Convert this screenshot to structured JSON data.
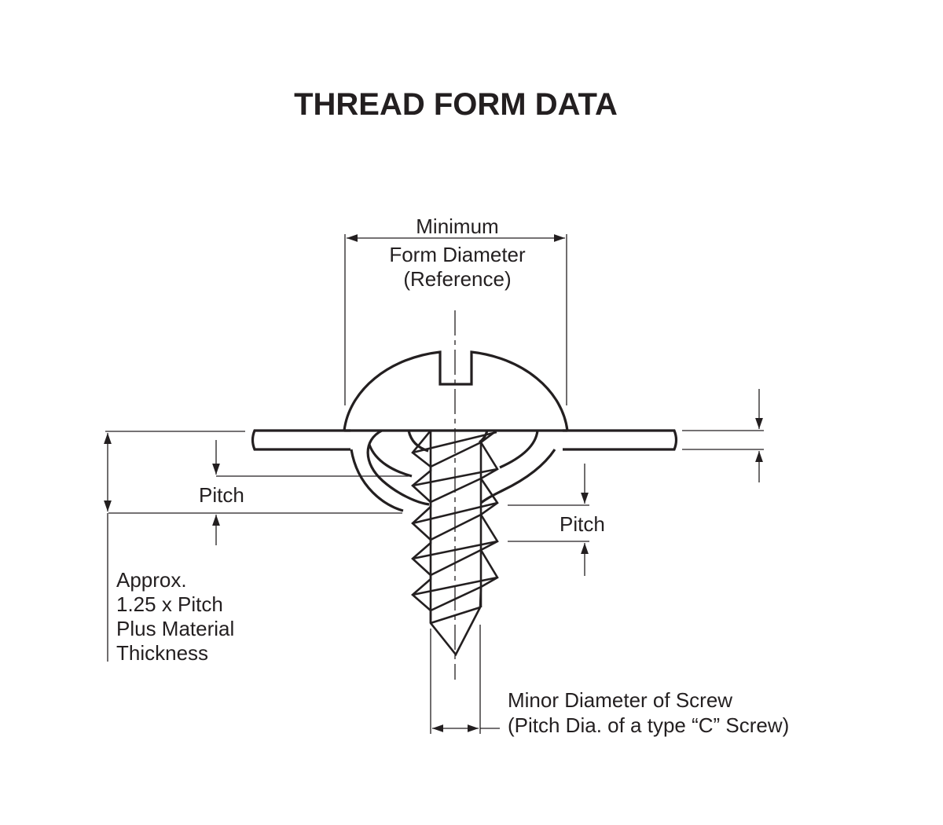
{
  "title": "THREAD FORM DATA",
  "labels": {
    "min_form_1": "Minimum",
    "min_form_2": "Form Diameter",
    "min_form_3": "(Reference)",
    "pitch_left": "Pitch",
    "pitch_right": "Pitch",
    "approx_1": "Approx.",
    "approx_2": "1.25 x Pitch",
    "approx_3": "Plus Material",
    "approx_4": "Thickness",
    "minor_1": "Minor Diameter of Screw",
    "minor_2": "(Pitch Dia. of a type “C” Screw)"
  },
  "colors": {
    "ink": "#231f20",
    "background": "#ffffff"
  }
}
